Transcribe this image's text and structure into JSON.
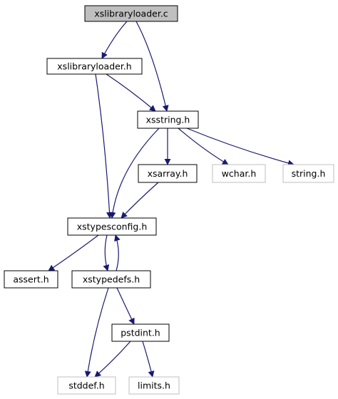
{
  "graph": {
    "colors": {
      "edge": "#191970",
      "node_border": "#000000",
      "external_border": "#bfbfbf",
      "root_fill": "#bfbfbf",
      "node_fill": "#ffffff",
      "text": "#000000"
    },
    "nodes": [
      {
        "id": "xslibraryloader_c",
        "label": "xslibraryloader.c",
        "kind": "root"
      },
      {
        "id": "xslibraryloader_h",
        "label": "xslibraryloader.h",
        "kind": "file"
      },
      {
        "id": "xsstring_h",
        "label": "xsstring.h",
        "kind": "file"
      },
      {
        "id": "xsarray_h",
        "label": "xsarray.h",
        "kind": "file"
      },
      {
        "id": "wchar_h",
        "label": "wchar.h",
        "kind": "external"
      },
      {
        "id": "string_h",
        "label": "string.h",
        "kind": "external"
      },
      {
        "id": "xstypesconfig_h",
        "label": "xstypesconfig.h",
        "kind": "file"
      },
      {
        "id": "assert_h",
        "label": "assert.h",
        "kind": "file"
      },
      {
        "id": "xstypedefs_h",
        "label": "xstypedefs.h",
        "kind": "file"
      },
      {
        "id": "pstdint_h",
        "label": "pstdint.h",
        "kind": "file"
      },
      {
        "id": "stddef_h",
        "label": "stddef.h",
        "kind": "external"
      },
      {
        "id": "limits_h",
        "label": "limits.h",
        "kind": "external"
      }
    ],
    "edges": [
      {
        "from": "xslibraryloader_c",
        "to": "xslibraryloader_h"
      },
      {
        "from": "xslibraryloader_c",
        "to": "xsstring_h"
      },
      {
        "from": "xslibraryloader_h",
        "to": "xsstring_h"
      },
      {
        "from": "xslibraryloader_h",
        "to": "xstypesconfig_h"
      },
      {
        "from": "xsstring_h",
        "to": "xsarray_h"
      },
      {
        "from": "xsstring_h",
        "to": "wchar_h"
      },
      {
        "from": "xsstring_h",
        "to": "string_h"
      },
      {
        "from": "xsstring_h",
        "to": "xstypesconfig_h"
      },
      {
        "from": "xsarray_h",
        "to": "xstypesconfig_h"
      },
      {
        "from": "xstypesconfig_h",
        "to": "assert_h"
      },
      {
        "from": "xstypesconfig_h",
        "to": "xstypedefs_h"
      },
      {
        "from": "xstypedefs_h",
        "to": "xstypesconfig_h"
      },
      {
        "from": "xstypedefs_h",
        "to": "pstdint_h"
      },
      {
        "from": "xstypedefs_h",
        "to": "stddef_h"
      },
      {
        "from": "pstdint_h",
        "to": "stddef_h"
      },
      {
        "from": "pstdint_h",
        "to": "limits_h"
      }
    ]
  }
}
